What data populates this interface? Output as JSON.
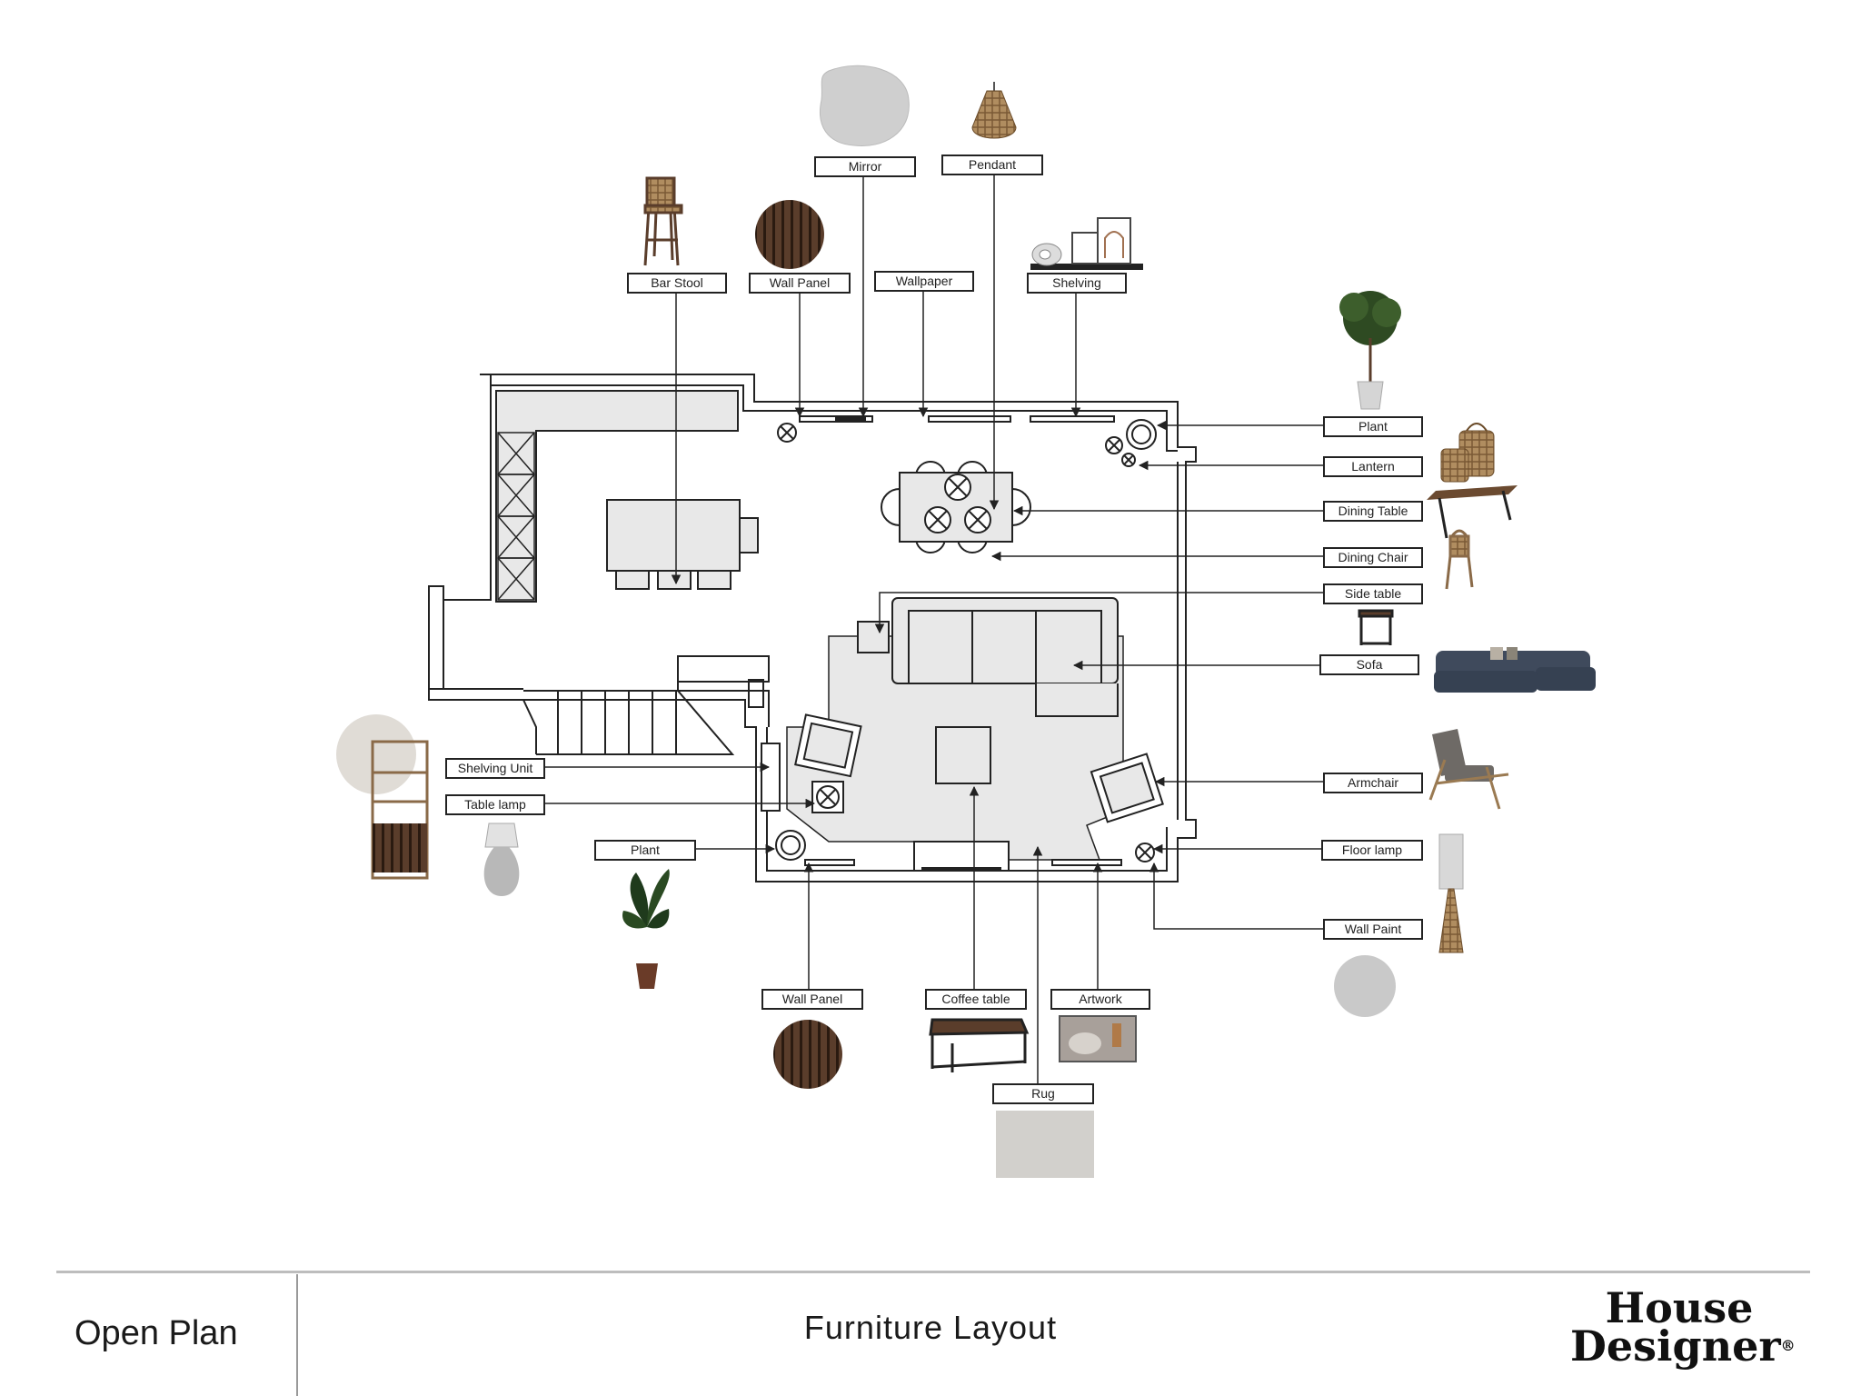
{
  "labels": {
    "mirror": "Mirror",
    "pendant": "Pendant",
    "bar_stool": "Bar Stool",
    "wall_panel_top": "Wall Panel",
    "wallpaper": "Wallpaper",
    "shelving": "Shelving",
    "plant_right": "Plant",
    "lantern": "Lantern",
    "dining_table": "Dining Table",
    "dining_chair": "Dining Chair",
    "side_table": "Side table",
    "sofa": "Sofa",
    "armchair": "Armchair",
    "floor_lamp": "Floor lamp",
    "wall_paint": "Wall Paint",
    "shelving_unit": "Shelving Unit",
    "table_lamp": "Table lamp",
    "plant_left": "Plant",
    "wall_panel_bottom": "Wall Panel",
    "coffee_table": "Coffee table",
    "artwork": "Artwork",
    "rug": "Rug"
  },
  "footer": {
    "room": "Open Plan",
    "title": "Furniture Layout",
    "brand_line1": "House",
    "brand_line2": "Designer",
    "brand_mark": "®"
  },
  "colors": {
    "line": "#222222",
    "room_fill": "#e8e8e8",
    "wood_dark": "#4a3426",
    "swatch_grey": "#c9c9c9",
    "rattan": "#9a7a52",
    "sofa_blue": "#3f4a5c"
  }
}
